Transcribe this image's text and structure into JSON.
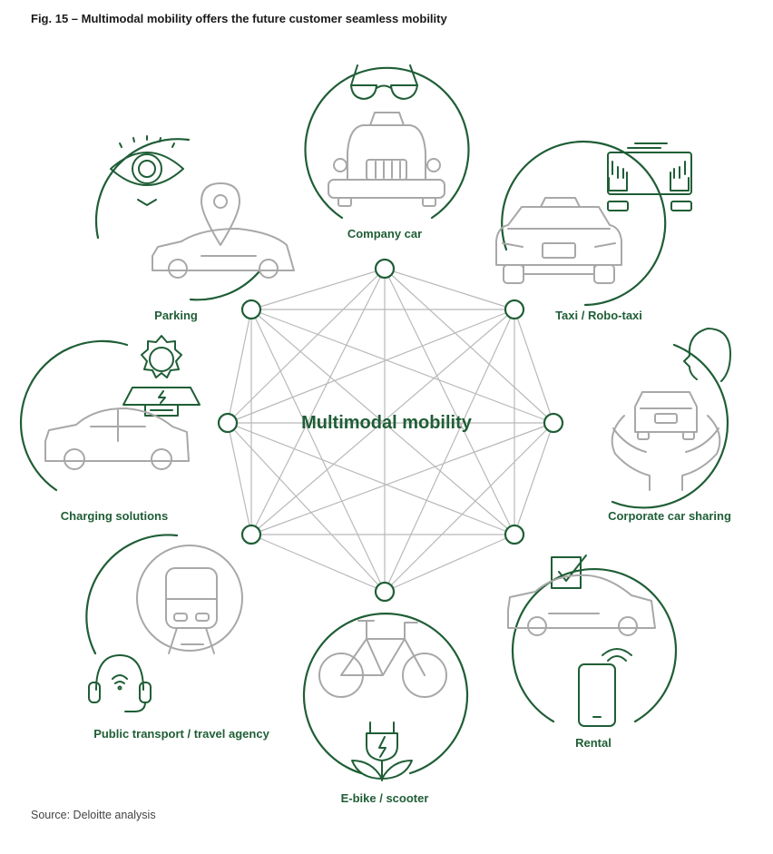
{
  "figure": {
    "title": "Fig. 15 – Multimodal mobility offers the future customer seamless mobility",
    "source": "Source: Deloitte analysis",
    "center_label": "Multimodal mobility"
  },
  "colors": {
    "accent": "#1f5e36",
    "icon_gray": "#a8a8a8",
    "network_line": "#b9b9b9"
  },
  "segments": [
    {
      "label": "Company car",
      "icons": [
        "sunglasses-icon",
        "car-front-icon"
      ]
    },
    {
      "label": "Taxi / Robo-taxi",
      "icons": [
        "touchscreen-hands-icon",
        "taxi-front-icon"
      ]
    },
    {
      "label": "Corporate car sharing",
      "icons": [
        "person-head-icon",
        "hands-holding-car-icon"
      ]
    },
    {
      "label": "Rental",
      "icons": [
        "checklist-icon",
        "car-side-icon",
        "smartphone-nfc-icon"
      ]
    },
    {
      "label": "E-bike / scooter",
      "icons": [
        "bicycle-icon",
        "plug-leaf-icon"
      ]
    },
    {
      "label": "Public transport / travel agency",
      "icons": [
        "train-icon",
        "headset-wifi-icon"
      ]
    },
    {
      "label": "Charging solutions",
      "icons": [
        "sun-icon",
        "solar-panel-icon",
        "car-side-icon"
      ]
    },
    {
      "label": "Parking",
      "icons": [
        "eye-icon",
        "location-pin-icon",
        "car-side-icon"
      ]
    }
  ]
}
